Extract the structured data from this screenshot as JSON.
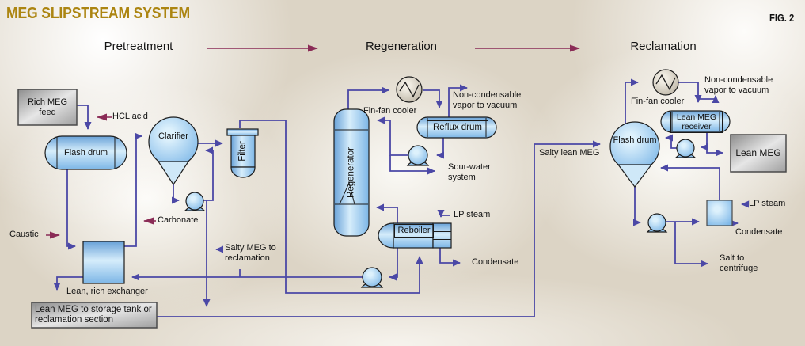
{
  "title": "MEG SLIPSTREAM SYSTEM",
  "figure_label": "FIG. 2",
  "sections": {
    "pre": "Pretreatment",
    "regen": "Regeneration",
    "recl": "Reclamation"
  },
  "colors": {
    "process_line": "#4b48a6",
    "chemical_callout": "#8a2b56",
    "title_gold": "#ac8511",
    "vessel_blue": "#8cc0ec",
    "box_gray": "#bfbfbf"
  },
  "pre": {
    "rich_meg_feed": "Rich MEG feed",
    "hcl_acid": "HCL acid",
    "flash_drum": "Flash drum",
    "clarifier": "Clarifier",
    "filter": "Filter",
    "carbonate": "Carbonate",
    "caustic": "Caustic",
    "exchanger": "Lean, rich exchanger",
    "salty_meg": "Salty MEG to reclamation",
    "storage": "Lean MEG to storage tank or reclamation section"
  },
  "regen": {
    "regenerator": "Regenerator",
    "fin_fan_cooler": "Fin-fan cooler",
    "non_condensable": "Non-condensable vapor to vacuum",
    "reflux_drum": "Reflux drum",
    "sour_water": "Sour-water system",
    "reboiler": "Reboiler",
    "lp_steam": "LP steam",
    "condensate": "Condensate"
  },
  "recl": {
    "salty_lean_meg": "Salty lean MEG",
    "fin_fan_cooler": "Fin-fan cooler",
    "non_condensable": "Non-condensable vapor to vacuum",
    "flash_drum": "Flash drum",
    "lean_meg_receiver": "Lean MEG receiver",
    "lean_meg": "Lean MEG",
    "lp_steam": "LP steam",
    "condensate": "Condensate",
    "salt_to_centrifuge": "Salt to centrifuge"
  }
}
